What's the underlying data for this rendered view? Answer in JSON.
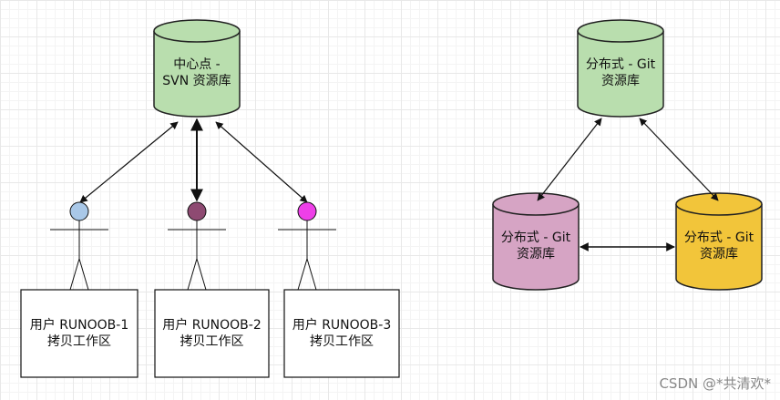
{
  "svn_repo": {
    "label": "中心点 -\nSVN 资源库",
    "fill": "#b9deae"
  },
  "git_repo_top": {
    "label": "分布式 - Git\n资源库",
    "fill": "#b9deae"
  },
  "git_repo_left": {
    "label": "分布式 - Git\n资源库",
    "fill": "#d6a4c4"
  },
  "git_repo_right": {
    "label": "分布式 - Git\n资源库",
    "fill": "#f2c53a"
  },
  "users": [
    {
      "label": "用户 RUNOOB-1\n拷贝工作区",
      "head_color": "#a9c8e8"
    },
    {
      "label": "用户 RUNOOB-2\n拷贝工作区",
      "head_color": "#8e4a72"
    },
    {
      "label": "用户 RUNOOB-3\n拷贝工作区",
      "head_color": "#ee3fe8"
    }
  ],
  "watermark": "CSDN @*共清欢*"
}
